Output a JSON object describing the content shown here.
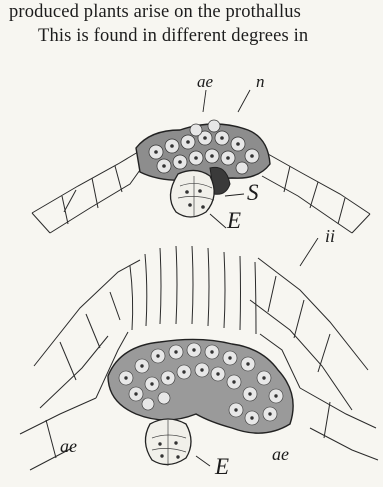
{
  "text": {
    "line1": "produced plants arise on the prothallus",
    "line2": "This is found in different degrees in"
  },
  "figure_upper": {
    "labels": {
      "ae": "ae",
      "n": "n",
      "S": "S",
      "E": "E"
    }
  },
  "figure_lower": {
    "labels": {
      "ii": "ii",
      "ae_left": "ae",
      "ae_right": "ae",
      "E": "E"
    }
  }
}
